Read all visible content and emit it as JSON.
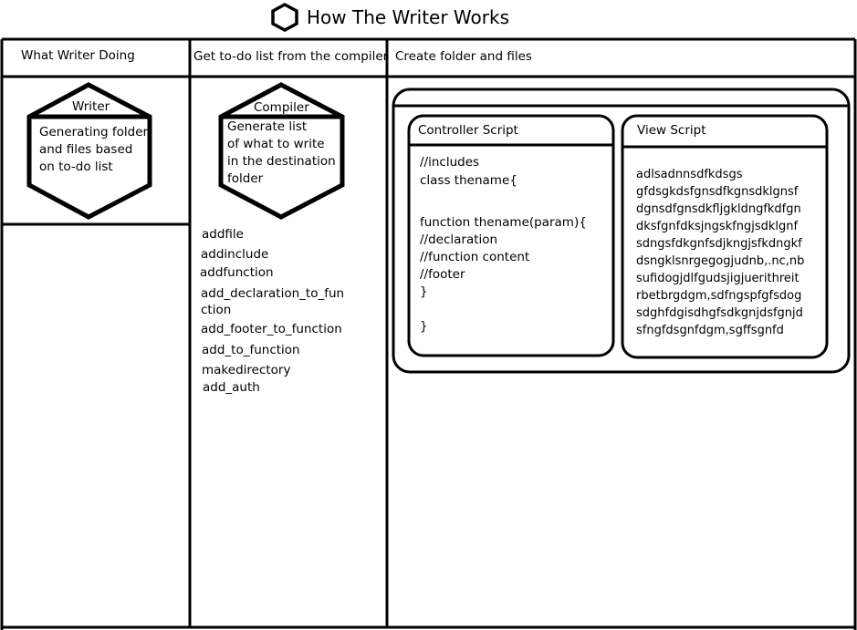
{
  "title": "How The Writer Works",
  "columns": {
    "col1_header": "What Writer Doing",
    "col2_header": "Get to-do list from the compiler",
    "col3_header": "Create folder and files"
  },
  "writer": {
    "label": "Writer",
    "lines": [
      "Generating folder",
      "and files based",
      "on to-do list"
    ]
  },
  "compiler": {
    "label": "Compiler",
    "lines": [
      "Generate list",
      "of what to write",
      "in the destination",
      "folder"
    ]
  },
  "todo_list": [
    "addfile",
    "addinclude",
    "addfunction",
    "add_declaration_to_fun",
    "ction",
    "add_footer_to_function",
    "add_to_function",
    "makedirectory",
    "add_auth"
  ],
  "controller": {
    "title": "Controller Script",
    "lines": [
      "//includes",
      "class thename{",
      "function thename(param){",
      "//declaration",
      "//function content",
      "//footer",
      "}",
      "}"
    ]
  },
  "view": {
    "title": "View Script",
    "lines": [
      "adlsadnnsdfkdsgs",
      "gfdsgkdsfgnsdfkgnsdklgnsf",
      "dgnsdfgnsdkfljgkldngfkdfgn",
      "dksfgnfdksjngskfngjsdklgnf",
      "sdngsfdkgnfsdjkngjsfkdngkf",
      "dsngklsnrgegogjudnb,.nc,nb",
      "sufidogjdlfgudsjigjuerithreit",
      "rbetbrgdgm,sdfngspfgfsdog",
      "sdghfdgisdhgfsdkgnjdsfgnjd",
      "sfngfdsgnfdgm,sgffsgnfd"
    ]
  }
}
